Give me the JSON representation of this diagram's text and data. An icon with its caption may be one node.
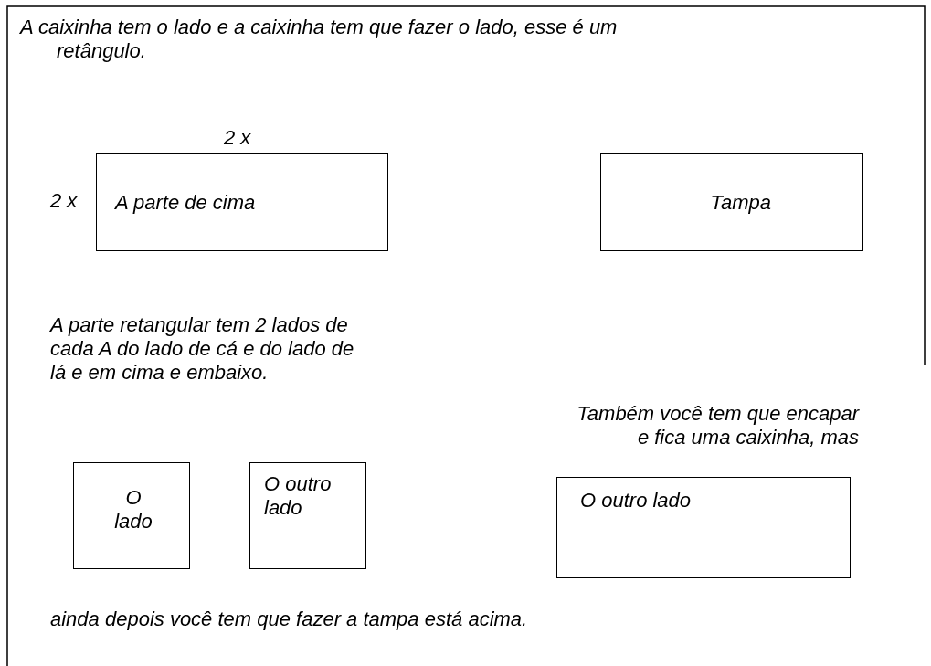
{
  "diagram": {
    "nodes": [
      {
        "text": [
          "A parte de cima"
        ]
      },
      {
        "text": [
          "Tampa"
        ]
      },
      {
        "text": [
          "O lado"
        ]
      },
      {
        "text": [
          "O outro lado"
        ]
      },
      {
        "text": [
          "O outro lado"
        ]
      }
    ],
    "edges": [],
    "labels": [
      "A caixinha tem o lado e a caixinha tem que fazer o lado, esse é um retângulo.",
      "2 x",
      "2 x",
      "A parte retangular tem 2 lados de cada A do lado de cá e do lado de lá e em cima e embaixo.",
      "Também você tem que encapar e fica uma caixinha, mas",
      "ainda depois você tem que fazer a tampa está acima."
    ]
  }
}
